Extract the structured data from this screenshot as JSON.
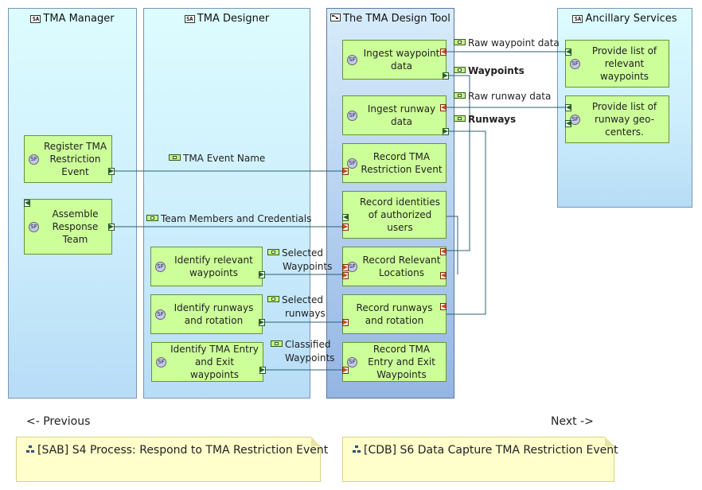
{
  "lanes": [
    {
      "id": "tma-manager",
      "title": "TMA Manager",
      "icon": "SA"
    },
    {
      "id": "tma-designer",
      "title": "TMA Designer",
      "icon": "SA"
    },
    {
      "id": "tma-design-tool",
      "title": "The TMA Design Tool",
      "icon": "system-icon"
    },
    {
      "id": "ancillary-services",
      "title": "Ancillary Services",
      "icon": "SA"
    }
  ],
  "badge_text": "SF",
  "functions": {
    "register_tma": "Register TMA Restriction Event",
    "assemble_team": "Assemble Response Team",
    "identify_waypoints": "Identify relevant waypoints",
    "identify_runways": "Identify runways and rotation",
    "identify_entry_exit": "Identify TMA Entry and Exit waypoints",
    "ingest_waypoint": "Ingest waypoint data",
    "ingest_runway": "Ingest runway data",
    "record_tma_event": "Record TMA Restriction Event",
    "record_identities": "Record identities of authorized users",
    "record_locations": "Record Relevant Locations",
    "record_runways": "Record runways and rotation",
    "record_entry_exit": "Record TMA Entry and Exit Waypoints",
    "provide_waypoints": "Provide list of relevant waypoints",
    "provide_runway_centers": "Provide list of runway geo-centers."
  },
  "exchanges": {
    "tma_event_name": "TMA Event Name",
    "team_members": "Team Members and Credentials",
    "selected_waypoints_1": "Selected",
    "selected_waypoints_2": "Waypoints",
    "selected_runways_1": "Selected",
    "selected_runways_2": "runways",
    "classified_waypoints_1": "Classified",
    "classified_waypoints_2": "Waypoints",
    "raw_waypoint": "Raw waypoint data",
    "waypoints": "Waypoints",
    "raw_runway": "Raw runway data",
    "runways": "Runways"
  },
  "navigation": {
    "previous": "<- Previous",
    "next": "Next ->",
    "prev_diagram": "[SAB] S4 Process: Respond to TMA Restriction Event",
    "next_diagram": "[CDB] S6 Data Capture TMA Restriction Event"
  },
  "colors": {
    "function_fill": "#ccff99",
    "lane_fill": "#cdeefc",
    "tool_lane_fill": "#a9c6ea",
    "link_color": "#2f5f6f",
    "note_fill": "#ffffcc"
  }
}
